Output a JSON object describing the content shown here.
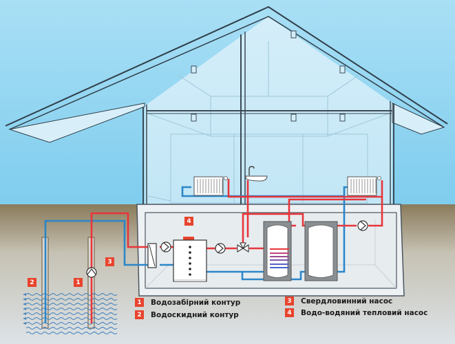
{
  "diagram": {
    "title": "Water-to-water heat pump system with well intake and discharge",
    "colors": {
      "hot_pipe": "#e8353a",
      "cold_pipe": "#2b86c8",
      "badge": "#e8432d",
      "sky_top": "#a9dff5",
      "sky_bottom": "#7fcdee",
      "ground_top": "#8a7a5a",
      "ground_bottom": "#dde3e8"
    },
    "markers": {
      "m1": "1",
      "m2": "2",
      "m3": "3",
      "m4": "4"
    },
    "legend": [
      {
        "num": "1",
        "label": "Водозабірний контур"
      },
      {
        "num": "2",
        "label": "Водоскидний контур"
      },
      {
        "num": "3",
        "label": "Свердловинний насос"
      },
      {
        "num": "4",
        "label": "Водо-водяний тепловий насос"
      }
    ],
    "components": [
      "intake-well",
      "discharge-well",
      "well-pump",
      "heat-exchanger",
      "circulation-pump",
      "heat-pump-unit",
      "three-way-valve",
      "hot-water-tank",
      "buffer-tank",
      "heating-pump",
      "radiator-left",
      "radiator-right",
      "wash-basin"
    ]
  }
}
